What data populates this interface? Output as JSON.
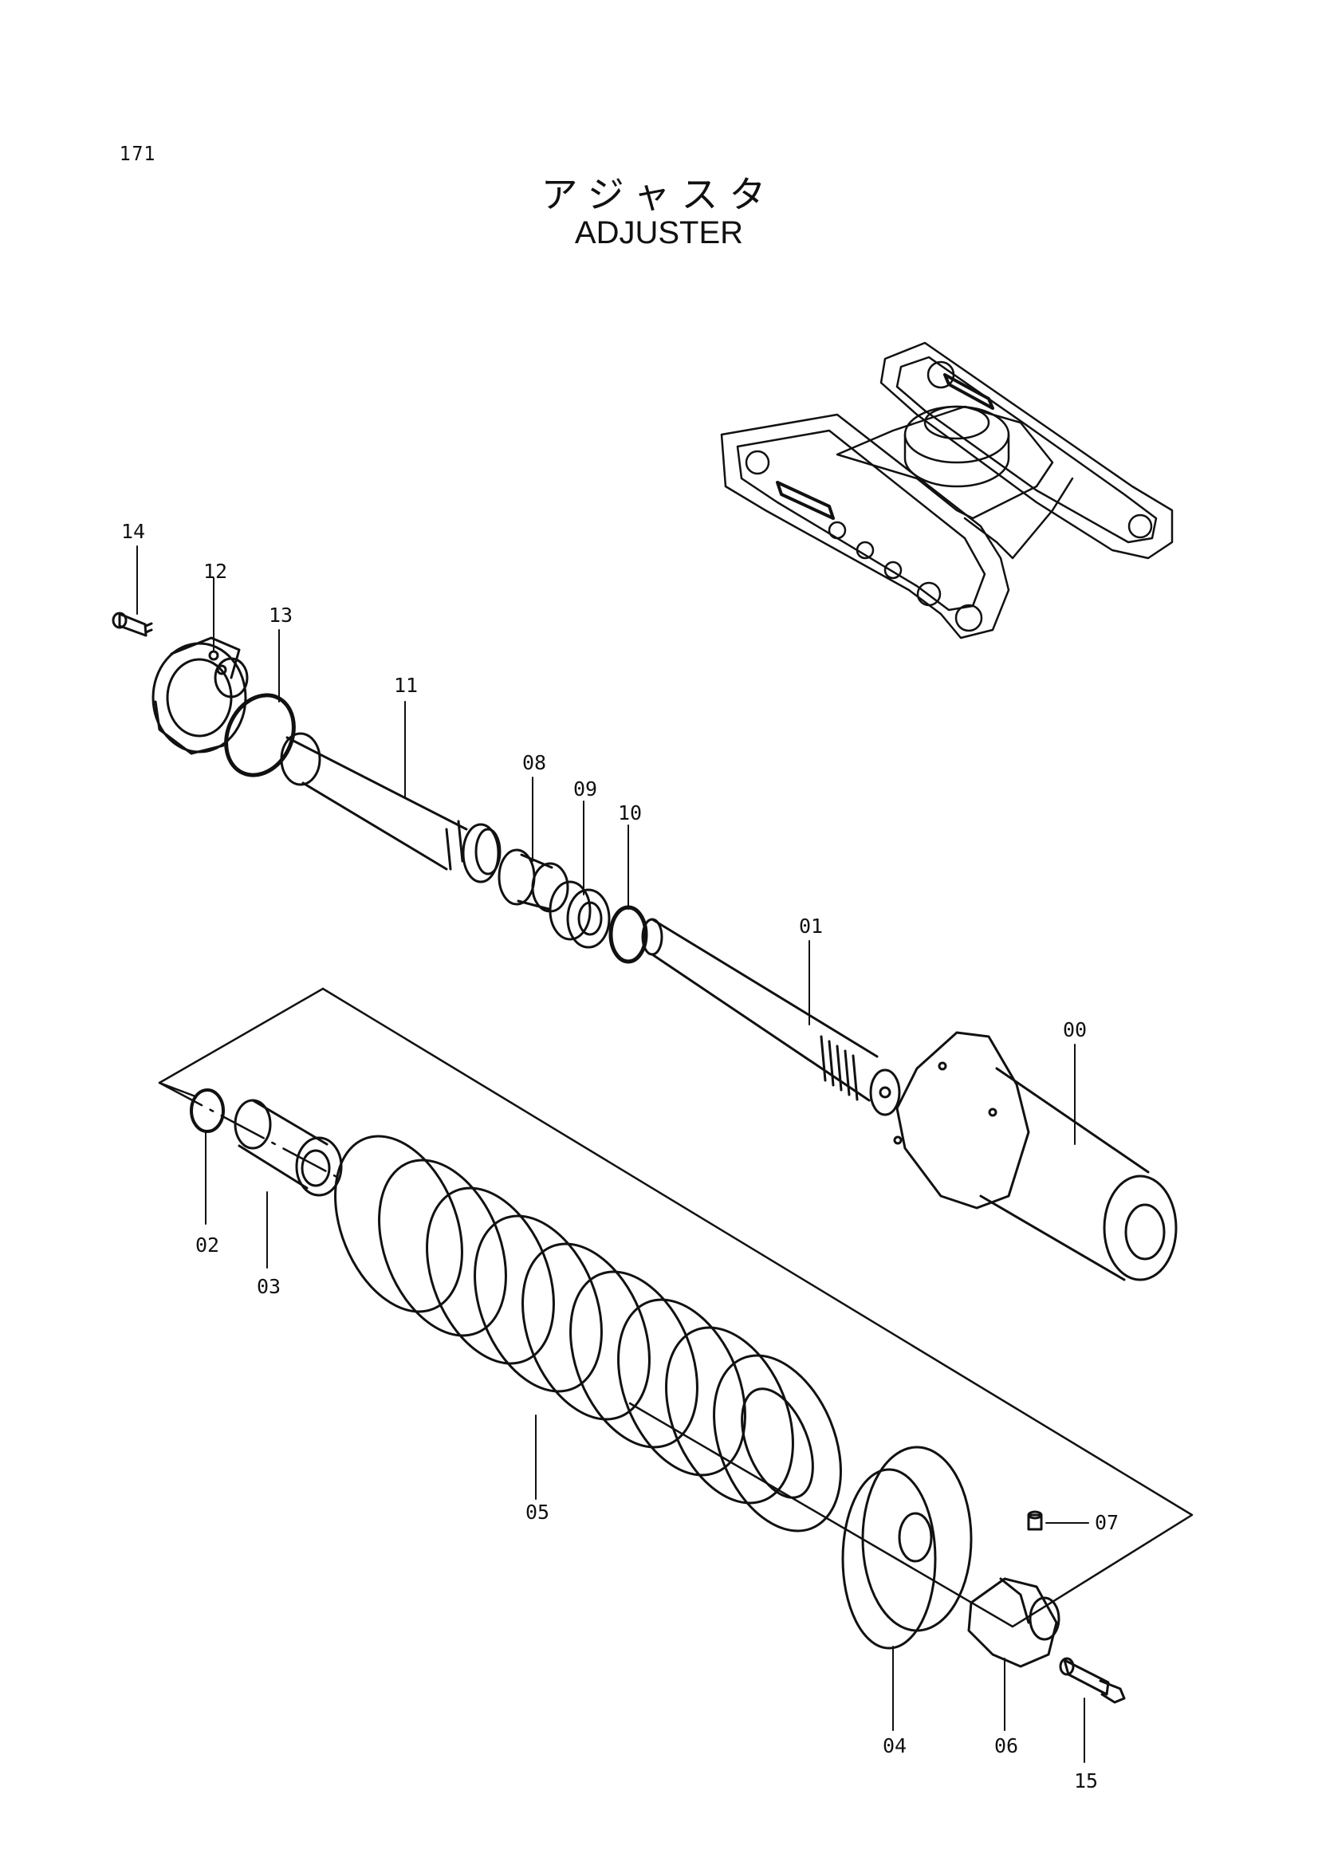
{
  "page_number": "171",
  "title_jp": "アジャスタ",
  "title_en": "ADJUSTER",
  "callouts": [
    "00",
    "01",
    "02",
    "03",
    "04",
    "05",
    "06",
    "07",
    "08",
    "09",
    "10",
    "11",
    "12",
    "13",
    "14",
    "15"
  ],
  "colors": {
    "ink": "#111111",
    "paper": "#ffffff"
  }
}
